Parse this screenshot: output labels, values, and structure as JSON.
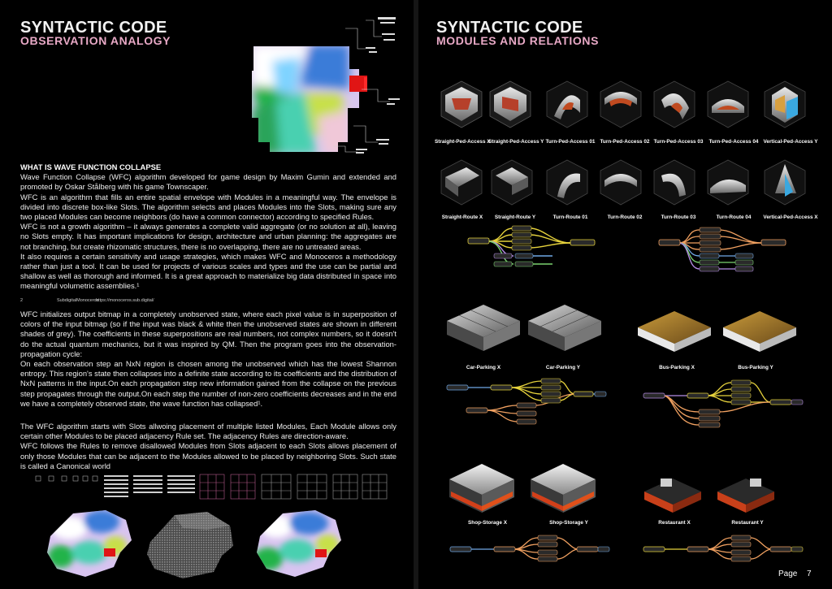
{
  "left": {
    "title": "SYNTACTIC CODE",
    "subtitle": "OBSERVATION ANALOGY",
    "section_heading": "WHAT IS WAVE FUNCTION COLLAPSE",
    "para1": [
      "Wave Function Collapse (WFC) algorithm developed for game design by Maxim Gumin and extended and promoted by Oskar Stålberg with his game Townscaper.",
      "WFC is an algorithm that fills an entire spatial envelope with Modules in a meaningful way. The envelope is divided into discrete box-like Slots. The algorithm selects and places Modules into the Slots, making sure any two placed Modules can become neighbors (do have a common connector) according to specified Rules.",
      "WFC is not a growth algorithm – it always generates a complete valid aggregate (or no solution at all), leaving no Slots empty. It has important implications for design, architecture and urban planning: the aggregates are not branching, but create rhizomatic structures, there is no overlapping, there are no untreated areas.",
      "It also requires a certain sensitivity and usage strategies, which makes WFC and Monoceros a methodology rather than just a tool. It can be used for projects of various scales and types and the use can be partial and shallow as well as thorough and informed. It is a great approach to materialize big data distributed in space into meaningful volumetric assemblies.¹"
    ],
    "footnote_num": "2",
    "footnote_label": "SubdigitalMonoceros",
    "footnote_url": "https://monoceros.sub.digital/",
    "para2": [
      "WFC initializes output bitmap in a completely unobserved state, where each pixel value is in superposition of colors of the input bitmap (so if the input was black & white then the unobserved states are shown in different shades of grey). The coefficients in these superpositions are real numbers, not complex numbers, so it doesn't do the actual quantum mechanics, but it was inspired by QM. Then the program goes into the observation-propagation cycle:",
      "On each observation step an NxN region is chosen among the unobserved which has the lowest Shannon entropy. This region's state then collapses into a definite state according to its coefficients and the distribution of NxN patterns in the input.On each propagation step new information gained from the collapse on the previous step propagates through the output.On each step the number of non-zero coefficients decreases and in the end we have a completely observed state, the wave function has collapsed¹."
    ],
    "para3": [
      "The WFC algorithm starts with Slots allwoing placement of multiple listed Modules, Each Module allows only certain other Modules to be placed adjacency Rule set. The adjacency Rules are direction-aware.",
      "WFC follows the Rules to remove disallowed Modules from Slots adjacent to each Slots allows placement of only those Modules that can be adjacent to the Modules allowed to be placed by neighboring Slots. Such state is called a Canonical world"
    ]
  },
  "right": {
    "title": "SYNTACTIC CODE",
    "subtitle": "MODULES AND RELATIONS",
    "row1": [
      "Straight-Ped-Access X",
      "Straight-Ped-Access Y",
      "Turn-Ped-Access 01",
      "Turn-Ped-Access 02",
      "Turn-Ped-Access 03",
      "Turn-Ped-Access 04",
      "Vertical-Ped-Access Y"
    ],
    "row2": [
      "Straight-Route X",
      "Straight-Route Y",
      "Turn-Route 01",
      "Turn-Route 02",
      "Turn-Route 03",
      "Turn-Route 04",
      "Vertical-Ped-Access X"
    ],
    "row3": [
      "Car-Parking X",
      "Car-Parking Y",
      "Bus-Parking X",
      "Bus-Parking Y"
    ],
    "row4": [
      "Shop-Storage X",
      "Shop-Storage Y",
      "Restaurant X",
      "Restaurant Y"
    ],
    "page_label": "Page",
    "page_number": "7"
  },
  "colors": {
    "accent_pink": "#e8a9c6",
    "node_yellow": "#e6d23c",
    "node_orange": "#f0a060",
    "node_green": "#7bd36f",
    "node_blue": "#6fa8e6",
    "node_purple": "#b58ce6"
  }
}
